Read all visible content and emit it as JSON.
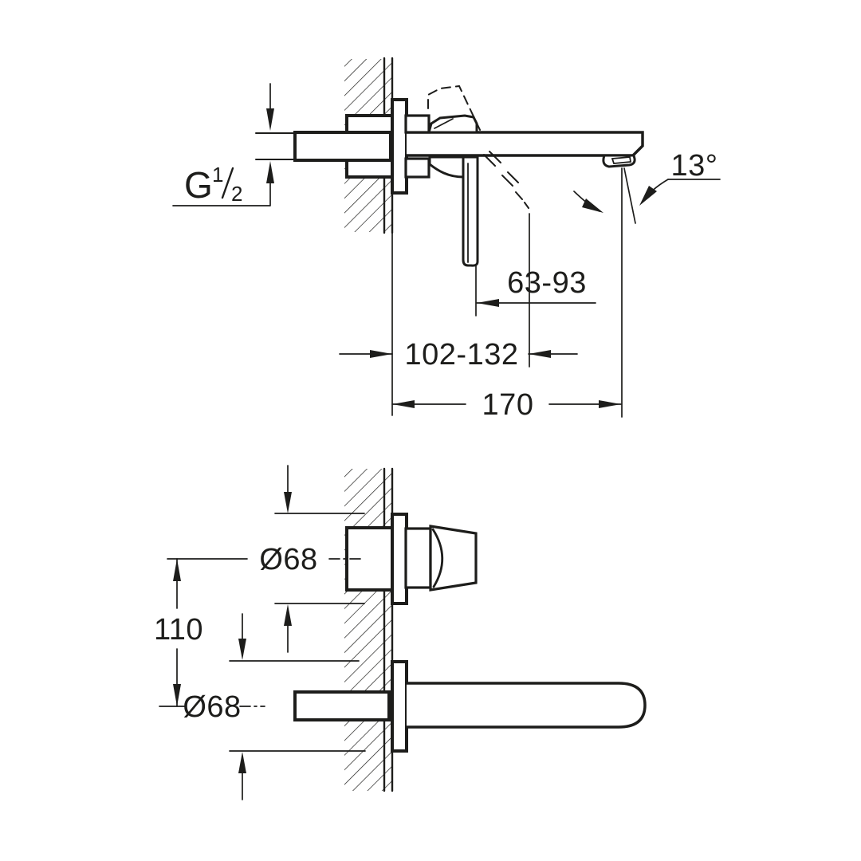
{
  "drawing": {
    "description": "Technical installation drawing of a two-hole wall-mounted basin mixer, side section view and front view",
    "background_color": "#ffffff",
    "line_color": "#1d1d1b",
    "side_view": {
      "thread_label": {
        "letter": "G",
        "sup": "1",
        "sub": "2"
      },
      "spout_angle_label": "13°",
      "lever_range_label": "63-93",
      "wall_to_lever_range_label": "102-132",
      "spout_projection_label": "170"
    },
    "front_view": {
      "top_escutcheon_diameter_label": "Ø68",
      "hole_distance_label": "110",
      "bottom_escutcheon_diameter_label": "Ø68"
    }
  }
}
